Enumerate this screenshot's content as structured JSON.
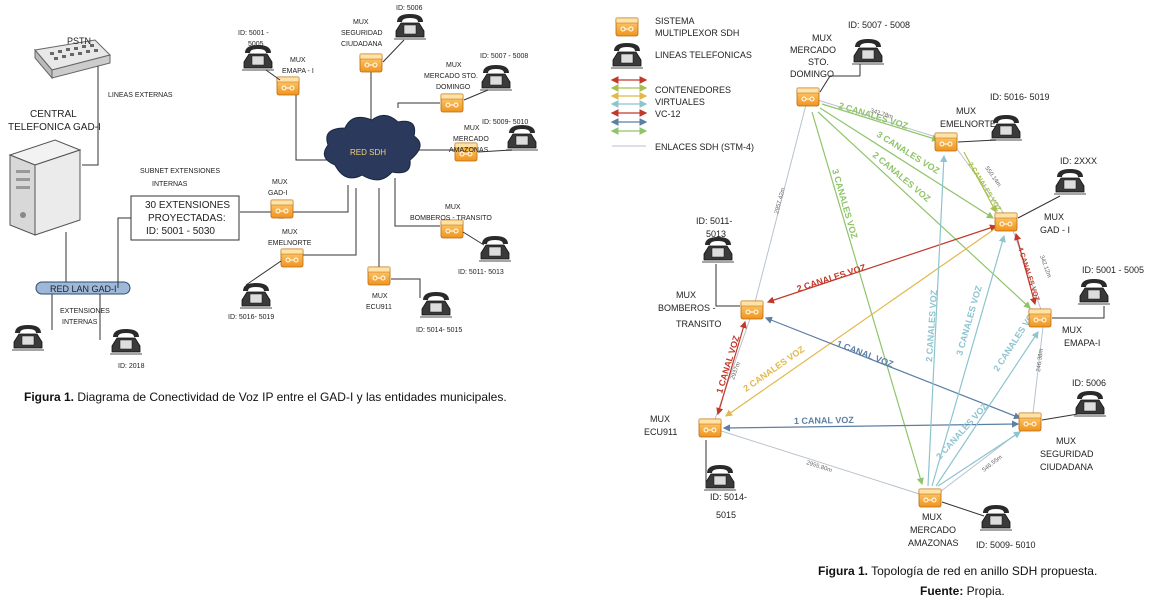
{
  "left": {
    "pstn": "PSTN",
    "central": [
      "CENTRAL",
      "TELEFONICA GAD-I"
    ],
    "lineas_externas": "LINEAS EXTERNAS",
    "subnet": [
      "SUBNET EXTENSIONES",
      "INTERNAS"
    ],
    "box": [
      "30 EXTENSIONES",
      "PROYECTADAS:",
      "ID: 5001 - 5030"
    ],
    "lan": "RED LAN GAD-I",
    "ext_internas": [
      "EXTENSIONES",
      "INTERNAS"
    ],
    "id_2018": "ID: 2018",
    "cloud": "RED SDH",
    "mux_gad": [
      "MUX",
      "GAD-I"
    ],
    "mux_emelnorte": [
      "MUX",
      "EMELNORTE"
    ],
    "id_emelnorte": "ID: 5016- 5019",
    "mux_emapa": [
      "MUX",
      "EMAPA - I"
    ],
    "id_emapa": [
      "ID: 5001 -",
      "5005"
    ],
    "mux_seguridad": [
      "MUX",
      "SEGURIDAD",
      "CIUDADANA"
    ],
    "id_seguridad": "ID: 5006",
    "mux_mercado_sd": [
      "MUX",
      "MERCADO STO.",
      "DOMINGO"
    ],
    "id_mercado_sd": "ID: 5007 - 5008",
    "mux_mercado_am": [
      "MUX",
      "MERCADO",
      "AMAZONAS"
    ],
    "id_mercado_am": "ID: 5009- 5010",
    "mux_bomberos": [
      "MUX",
      "BOMBEROS - TRANSITO"
    ],
    "id_bomberos": "ID: 5011- 5013",
    "mux_ecu911": [
      "MUX",
      "ECU911"
    ],
    "id_ecu911": "ID: 5014- 5015",
    "caption_bold": "Figura 1.",
    "caption_text": " Diagrama de Conectividad de Voz IP entre el GAD-I y las entidades municipales."
  },
  "right": {
    "legend": {
      "sistema": [
        "SISTEMA",
        "MULTIPLEXOR SDH"
      ],
      "lineas": "LINEAS TELEFONICAS",
      "contenedores": [
        "CONTENEDORES",
        "VIRTUALES",
        "VC-12"
      ],
      "enlaces": "ENLACES SDH (STM-4)",
      "colors": [
        "#c0392b",
        "#a7c04a",
        "#e2b84a",
        "#8cc4d0",
        "#c0392b",
        "#5d7fa3",
        "#8fc46a"
      ]
    },
    "nodes": {
      "mercado_sd": [
        "MUX",
        "MERCADO",
        "STO.",
        "DOMINGO"
      ],
      "mercado_sd_id": "ID: 5007 - 5008",
      "emelnorte": [
        "MUX",
        "EMELNORTE"
      ],
      "emelnorte_id": "ID: 5016- 5019",
      "gad": [
        "MUX",
        "GAD - I"
      ],
      "gad_id": "ID: 2XXX",
      "emapa": [
        "MUX",
        "EMAPA-I"
      ],
      "emapa_id": "ID: 5001 - 5005",
      "seguridad": [
        "MUX",
        "SEGURIDAD",
        "CIUDADANA"
      ],
      "seguridad_id": "ID: 5006",
      "amazonas": [
        "MUX",
        "MERCADO",
        "AMAZONAS"
      ],
      "amazonas_id": "ID: 5009- 5010",
      "ecu911": [
        "MUX",
        "ECU911"
      ],
      "ecu911_id": [
        "ID: 5014-",
        "5015"
      ],
      "bomberos": [
        "MUX",
        "BOMBEROS -",
        "TRANSITO"
      ],
      "bomberos_id": [
        "ID: 5011-",
        "5013"
      ]
    },
    "link_labels": {
      "c2_sd_emel": "2 CANALES VOZ",
      "c3_sd_gad": "3 CANALES VOZ",
      "c2_sd_emapa": "2 CANALES VOZ",
      "c3_sd_am": "3 CANALES VOZ",
      "c2_gad_bomb": "2 CANALES VOZ",
      "c4_gad_emapa": "4 CANALES VOZ",
      "c2_gad_ecu": "2 CANALES VOZ",
      "c1_bomb_ecu": "1 CANAL VOZ",
      "c1_bomb_seg": "1 CANAL VOZ",
      "c1_ecu_seg": "1 CANAL VOZ",
      "c2_am_emel": "2 CANALES VOZ",
      "c3_am_gad": "3 CANALES VOZ",
      "c2_am_emapa": "2 CANALES VOZ",
      "c2_am_seg": "2 CANALES VOZ",
      "c2_emel_gad": "2 CANALES VOZ"
    },
    "dist": {
      "d1": "342.78m",
      "d2": "2957.42m",
      "d3": "550.14m",
      "d4": "342.12m",
      "d5": "2937m",
      "d6": "246.38m",
      "d7": "2955.80m",
      "d8": "546.55m"
    },
    "caption_bold": "Figura 1.",
    "caption_text": " Topología de red en anillo SDH propuesta.",
    "fuente_bold": "Fuente:",
    "fuente_text": " Propia."
  }
}
